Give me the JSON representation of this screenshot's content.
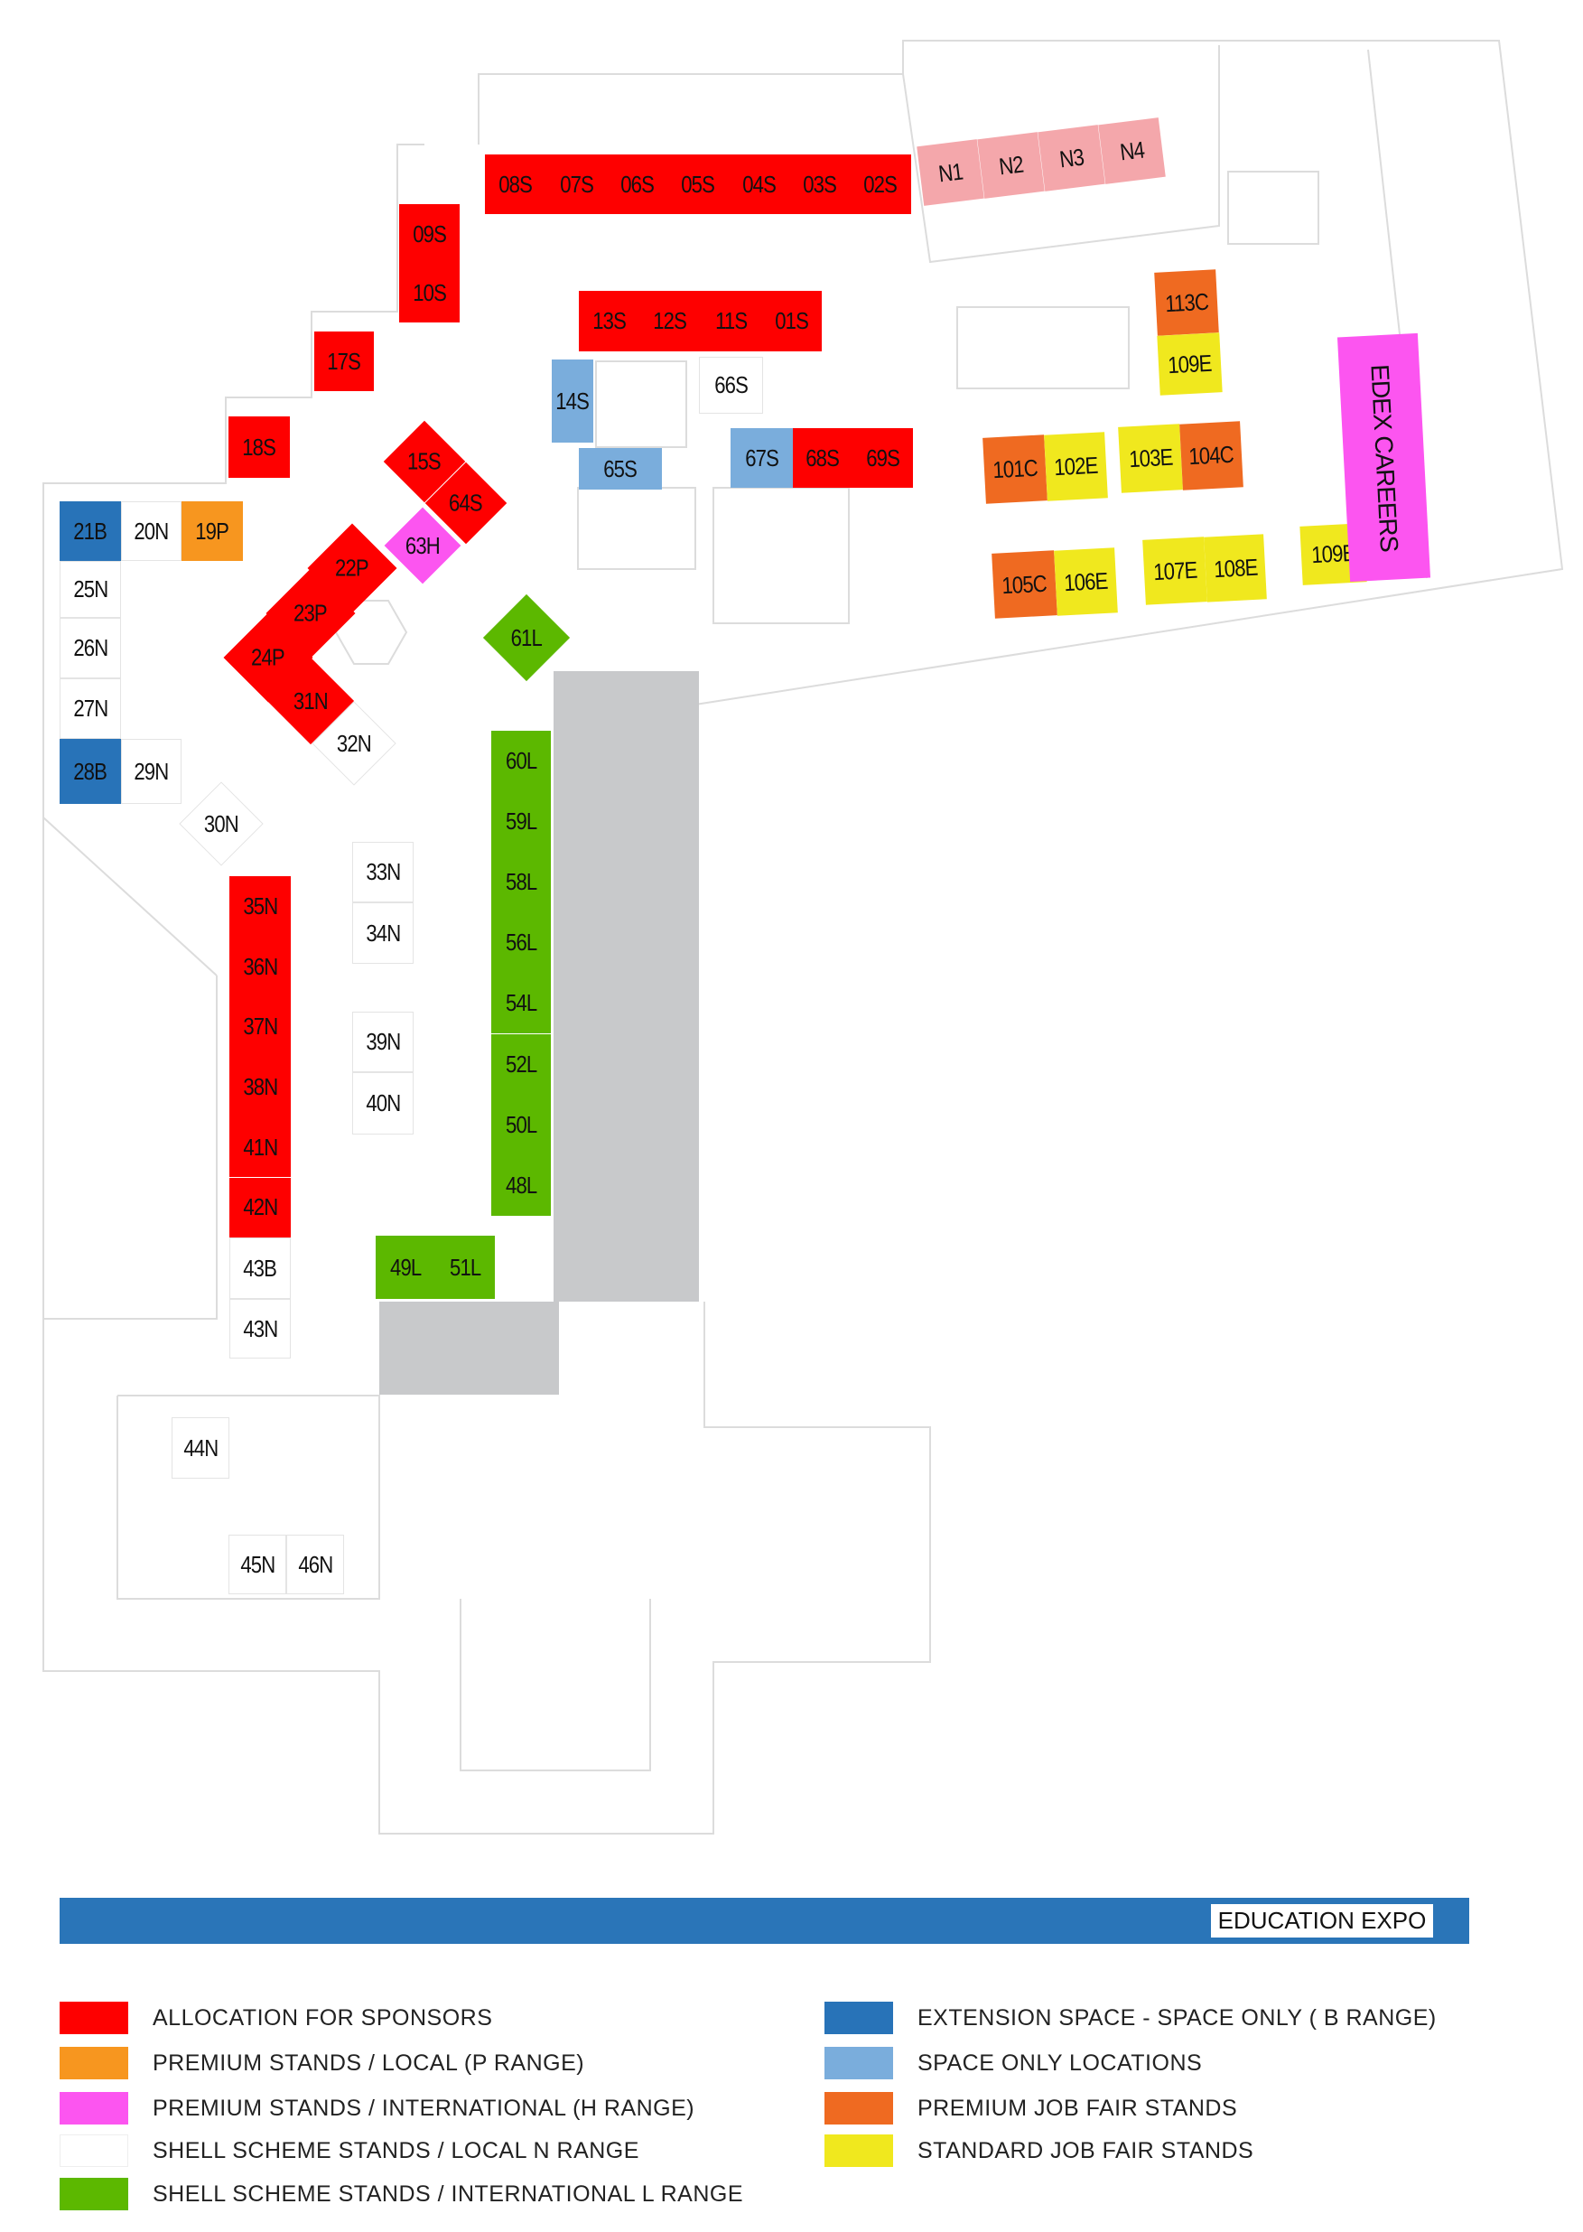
{
  "colors": {
    "sponsor": "#fe0000",
    "premium_local": "#f7961f",
    "premium_intl": "#fc55f0",
    "shell_local": "#ffffff",
    "shell_intl": "#5cb800",
    "extension": "#2873b8",
    "space_only": "#7aaddc",
    "premium_job": "#ef6a21",
    "standard_job": "#f0e81e",
    "n_stand": "#f4a7ab",
    "reserved": "#c8c9cb"
  },
  "stands": [
    {
      "label": "08S",
      "type": "sponsor"
    },
    {
      "label": "07S",
      "type": "sponsor"
    },
    {
      "label": "06S",
      "type": "sponsor"
    },
    {
      "label": "05S",
      "type": "sponsor"
    },
    {
      "label": "04S",
      "type": "sponsor"
    },
    {
      "label": "03S",
      "type": "sponsor"
    },
    {
      "label": "02S",
      "type": "sponsor"
    },
    {
      "label": "N1",
      "type": "n_stand"
    },
    {
      "label": "N2",
      "type": "n_stand"
    },
    {
      "label": "N3",
      "type": "n_stand"
    },
    {
      "label": "N4",
      "type": "n_stand"
    },
    {
      "label": "09S",
      "type": "sponsor"
    },
    {
      "label": "10S",
      "type": "sponsor"
    },
    {
      "label": "17S",
      "type": "sponsor"
    },
    {
      "label": "18S",
      "type": "sponsor"
    },
    {
      "label": "13S",
      "type": "sponsor"
    },
    {
      "label": "12S",
      "type": "sponsor"
    },
    {
      "label": "11S",
      "type": "sponsor"
    },
    {
      "label": "01S",
      "type": "sponsor"
    },
    {
      "label": "14S",
      "type": "space_only"
    },
    {
      "label": "66S",
      "type": "shell_local"
    },
    {
      "label": "65S",
      "type": "space_only"
    },
    {
      "label": "67S",
      "type": "space_only"
    },
    {
      "label": "68S",
      "type": "sponsor"
    },
    {
      "label": "69S",
      "type": "sponsor"
    },
    {
      "label": "15S",
      "type": "sponsor"
    },
    {
      "label": "64S",
      "type": "sponsor"
    },
    {
      "label": "63H",
      "type": "premium_intl"
    },
    {
      "label": "22P",
      "type": "sponsor"
    },
    {
      "label": "23P",
      "type": "sponsor"
    },
    {
      "label": "24P",
      "type": "sponsor"
    },
    {
      "label": "31N",
      "type": "sponsor"
    },
    {
      "label": "32N",
      "type": "shell_local"
    },
    {
      "label": "30N",
      "type": "shell_local"
    },
    {
      "label": "61L",
      "type": "shell_intl"
    },
    {
      "label": "21B",
      "type": "extension"
    },
    {
      "label": "20N",
      "type": "shell_local"
    },
    {
      "label": "19P",
      "type": "premium_local"
    },
    {
      "label": "25N",
      "type": "shell_local"
    },
    {
      "label": "26N",
      "type": "shell_local"
    },
    {
      "label": "27N",
      "type": "shell_local"
    },
    {
      "label": "28B",
      "type": "extension"
    },
    {
      "label": "29N",
      "type": "shell_local"
    },
    {
      "label": "35N",
      "type": "sponsor"
    },
    {
      "label": "36N",
      "type": "sponsor"
    },
    {
      "label": "37N",
      "type": "sponsor"
    },
    {
      "label": "38N",
      "type": "sponsor"
    },
    {
      "label": "41N",
      "type": "sponsor"
    },
    {
      "label": "42N",
      "type": "sponsor"
    },
    {
      "label": "43B",
      "type": "shell_local"
    },
    {
      "label": "43N",
      "type": "shell_local"
    },
    {
      "label": "33N",
      "type": "shell_local"
    },
    {
      "label": "34N",
      "type": "shell_local"
    },
    {
      "label": "39N",
      "type": "shell_local"
    },
    {
      "label": "40N",
      "type": "shell_local"
    },
    {
      "label": "60L",
      "type": "shell_intl"
    },
    {
      "label": "59L",
      "type": "shell_intl"
    },
    {
      "label": "58L",
      "type": "shell_intl"
    },
    {
      "label": "56L",
      "type": "shell_intl"
    },
    {
      "label": "54L",
      "type": "shell_intl"
    },
    {
      "label": "52L",
      "type": "shell_intl"
    },
    {
      "label": "50L",
      "type": "shell_intl"
    },
    {
      "label": "48L",
      "type": "shell_intl"
    },
    {
      "label": "49L",
      "type": "shell_intl"
    },
    {
      "label": "51L",
      "type": "shell_intl"
    },
    {
      "label": "44N",
      "type": "shell_local"
    },
    {
      "label": "45N",
      "type": "shell_local"
    },
    {
      "label": "46N",
      "type": "shell_local"
    },
    {
      "label": "113C",
      "type": "premium_job"
    },
    {
      "label": "109E",
      "type": "standard_job"
    },
    {
      "label": "101C",
      "type": "premium_job"
    },
    {
      "label": "102E",
      "type": "standard_job"
    },
    {
      "label": "103E",
      "type": "standard_job"
    },
    {
      "label": "104C",
      "type": "premium_job"
    },
    {
      "label": "105C",
      "type": "premium_job"
    },
    {
      "label": "106E",
      "type": "standard_job"
    },
    {
      "label": "107E",
      "type": "standard_job"
    },
    {
      "label": "108E",
      "type": "standard_job"
    },
    {
      "label": "109E",
      "type": "standard_job"
    },
    {
      "label": "EDEX CAREERS",
      "type": "premium_intl"
    }
  ],
  "banner": {
    "title": "EDUCATION EXPO"
  },
  "legend": [
    {
      "label": "ALLOCATION FOR SPONSORS",
      "type": "sponsor"
    },
    {
      "label": "PREMIUM STANDS / LOCAL (P RANGE)",
      "type": "premium_local"
    },
    {
      "label": "PREMIUM STANDS / INTERNATIONAL (H RANGE)",
      "type": "premium_intl"
    },
    {
      "label": "SHELL SCHEME STANDS / LOCAL N RANGE",
      "type": "shell_local"
    },
    {
      "label": "SHELL SCHEME STANDS / INTERNATIONAL L RANGE",
      "type": "shell_intl"
    },
    {
      "label": "EXTENSION SPACE - SPACE ONLY ( B RANGE)",
      "type": "extension"
    },
    {
      "label": "SPACE ONLY LOCATIONS",
      "type": "space_only"
    },
    {
      "label": "PREMIUM JOB FAIR STANDS",
      "type": "premium_job"
    },
    {
      "label": "STANDARD JOB FAIR STANDS",
      "type": "standard_job"
    }
  ]
}
